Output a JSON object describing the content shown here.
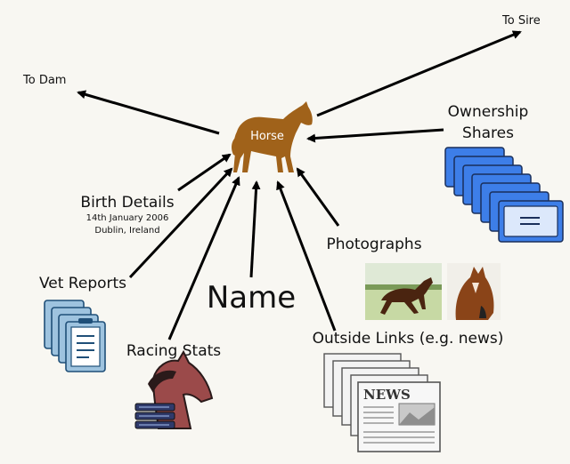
{
  "center": {
    "label": "Horse"
  },
  "labels": {
    "to_dam": "To Dam",
    "to_sire": "To Sire",
    "ownership_line1": "Ownership",
    "ownership_line2": "Shares",
    "birth_details": "Birth Details",
    "birth_date": "14th January 2006",
    "birth_place": "Dublin, Ireland",
    "photographs": "Photographs",
    "vet_reports": "Vet Reports",
    "name": "Name",
    "outside_links": "Outside Links (e.g. news)",
    "racing_stats": "Racing Stats",
    "news_masthead": "NEWS"
  },
  "colors": {
    "horse": "#a0621a",
    "share_card": "#3d7ee8",
    "vet_doc": "#9ec3df",
    "news_gray": "#888888",
    "racing_head": "#9b4a4a",
    "racing_stack": "#2f3a6b",
    "arrow": "#000000"
  }
}
